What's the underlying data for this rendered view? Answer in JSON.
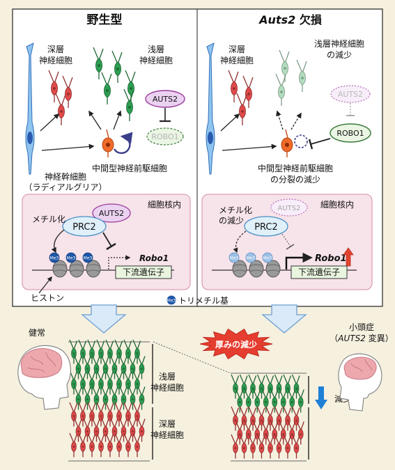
{
  "left_panel": {
    "title": "野生型",
    "deep_neurons": [
      "深層",
      "神経細胞"
    ],
    "upper_neurons": [
      "浅層",
      "神経細胞"
    ],
    "auts2": "AUTS2",
    "robo1": "ROBO1",
    "stem_cell": [
      "神経幹細胞",
      "（ラディアルグリア）"
    ],
    "progenitor": "中間型神経前駆細胞",
    "nucleus_title": "細胞核内",
    "methylation": "メチル化",
    "prc2": "PRC2",
    "gene": "Robo1",
    "downstream": "下流遺伝子",
    "me3": "Me3",
    "histone": "ヒストン"
  },
  "right_panel": {
    "title_italic": "Auts2",
    "title_rest": " 欠損",
    "upper_neurons": [
      "浅層神経細胞",
      "の減少"
    ],
    "deep_neurons": [
      "深層",
      "神経細胞"
    ],
    "auts2": "AUTS2",
    "robo1": "ROBO1",
    "progenitor": [
      "中間型神経前駆細胞",
      "の分裂の減少"
    ],
    "nucleus_title": "細胞核内",
    "methylation": [
      "メチル化",
      "の減少"
    ],
    "prc2": "PRC2",
    "gene": "Robo1",
    "downstream": "下流遺伝子",
    "me3": "Me3"
  },
  "legend": {
    "me3": "Me3",
    "label": "トリメチル基"
  },
  "bottom": {
    "normal": "健常",
    "upper_layer": [
      "浅層",
      "神経細胞"
    ],
    "deep_layer": [
      "深層",
      "神経細胞"
    ],
    "thickness": "厚みの減少",
    "microcephaly": "小頭症",
    "variant_open": "（",
    "variant_italic": "AUTS2",
    "variant_close": " 変異）",
    "decrease": "減少"
  },
  "colors": {
    "green_neuron": "#2e9e52",
    "red_neuron": "#e04a4a",
    "pale_green": "#a6d8b4",
    "progenitor": "#ef6b2a",
    "stem": "#3a7fd0",
    "auts2_fill": "#ead2f0",
    "auts2_stroke": "#9a3a9a",
    "robo1_fill": "#eaf5e4",
    "robo1_stroke": "#3d7a3d",
    "prc2_fill": "#dff0fb",
    "arrow_blue": "#1e7fd6",
    "thickness_red": "#e53d2f"
  }
}
